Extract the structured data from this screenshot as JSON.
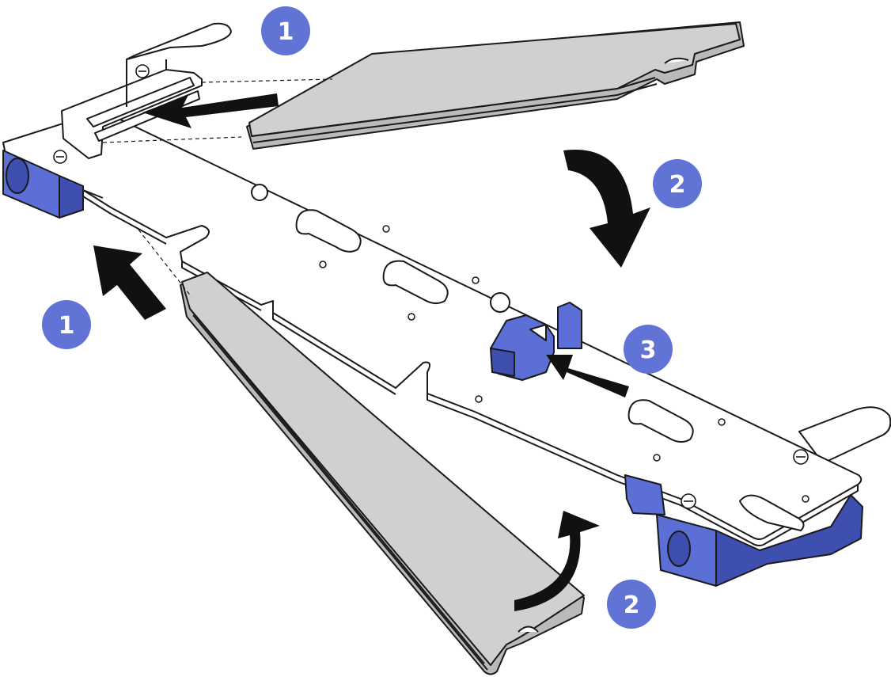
{
  "colors": {
    "background": "#ffffff",
    "outline": "#1a1a1a",
    "drive_gray": "#cfd0d2",
    "drive_gray_dark": "#b9babc",
    "retainer_blue": "#5b6fd6",
    "retainer_blue_dark": "#3f4fb0",
    "callout_fill": "#6273d6",
    "arrow": "#111111"
  },
  "callouts": {
    "c1_top": "1",
    "c1_left": "1",
    "c2_right": "2",
    "c2_bottom": "2",
    "c3": "3"
  },
  "icons": {
    "callout": "numbered-callout-circle",
    "arrow": "direction-arrow",
    "screw": "screw-icon"
  }
}
